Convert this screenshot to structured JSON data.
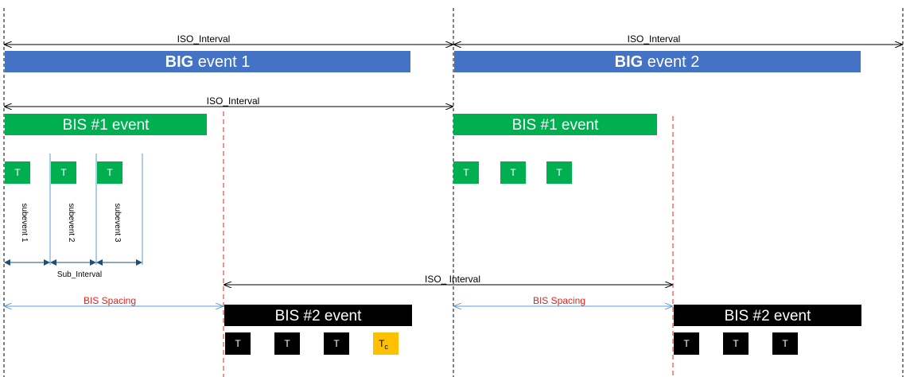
{
  "colors": {
    "big": "#4472c4",
    "bis1": "#00b050",
    "bis2": "#000000",
    "control": "#ffc000",
    "spacing_line": "#5b9bd5",
    "spacing_text": "#e8211d",
    "red_line": "#e8211d"
  },
  "labels": {
    "iso_interval": "ISO_Interval",
    "iso_interval_spaced": "ISO_ Interval",
    "big_bold": "BIG",
    "big_event1_rest": " event 1",
    "big_event2_rest": " event 2",
    "bis1_event": "BIS #1 event",
    "bis2_event": "BIS #2 event",
    "t": "T",
    "tc_main": "T",
    "tc_sub": "c",
    "subevent1": "subevent 1",
    "subevent2": "subevent 2",
    "subevent3": "subevent 3",
    "sub_interval": "Sub_Interval",
    "bis_spacing": "BIS Spacing"
  }
}
